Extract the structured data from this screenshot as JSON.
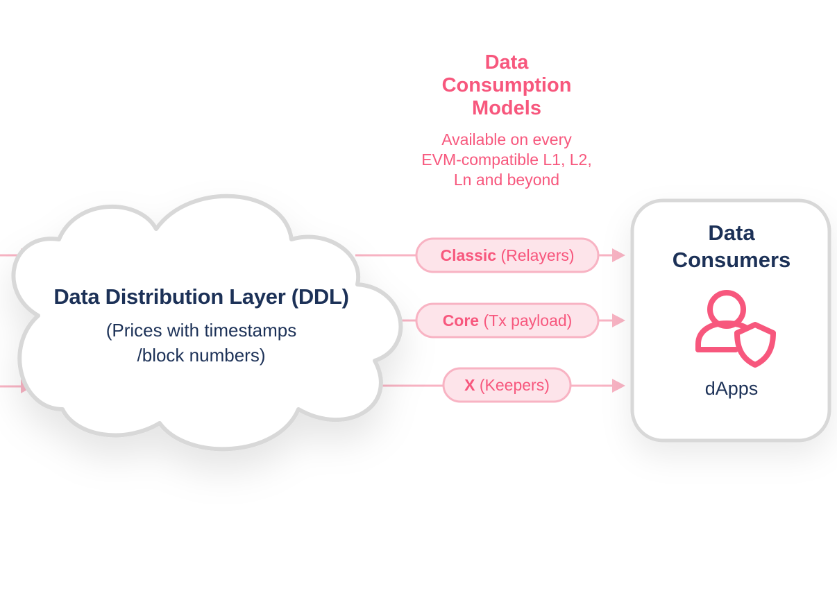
{
  "models": {
    "title_line1": "Data",
    "title_line2": "Consumption",
    "title_line3": "Models",
    "subtitle_line1": "Available on every",
    "subtitle_line2": "EVM-compatible L1, L2,",
    "subtitle_line3": "Ln and beyond"
  },
  "ddl": {
    "title": "Data Distribution Layer (DDL)",
    "subtitle_line1": "(Prices with timestamps",
    "subtitle_line2": "/block numbers)"
  },
  "pills": [
    {
      "bold": "Classic",
      "rest": "(Relayers)"
    },
    {
      "bold": "Core",
      "rest": "(Tx payload)"
    },
    {
      "bold": "X",
      "rest": "(Keepers)"
    }
  ],
  "consumers": {
    "title_line1": "Data",
    "title_line2": "Consumers",
    "caption": "dApps",
    "icon": "user-shield-icon"
  },
  "colors": {
    "accent_pink": "#f7577d",
    "light_pink": "#f8b3c3",
    "pill_fill": "#fde4ea",
    "navy": "#1c3157",
    "outline_gray": "#d8d8d8"
  }
}
